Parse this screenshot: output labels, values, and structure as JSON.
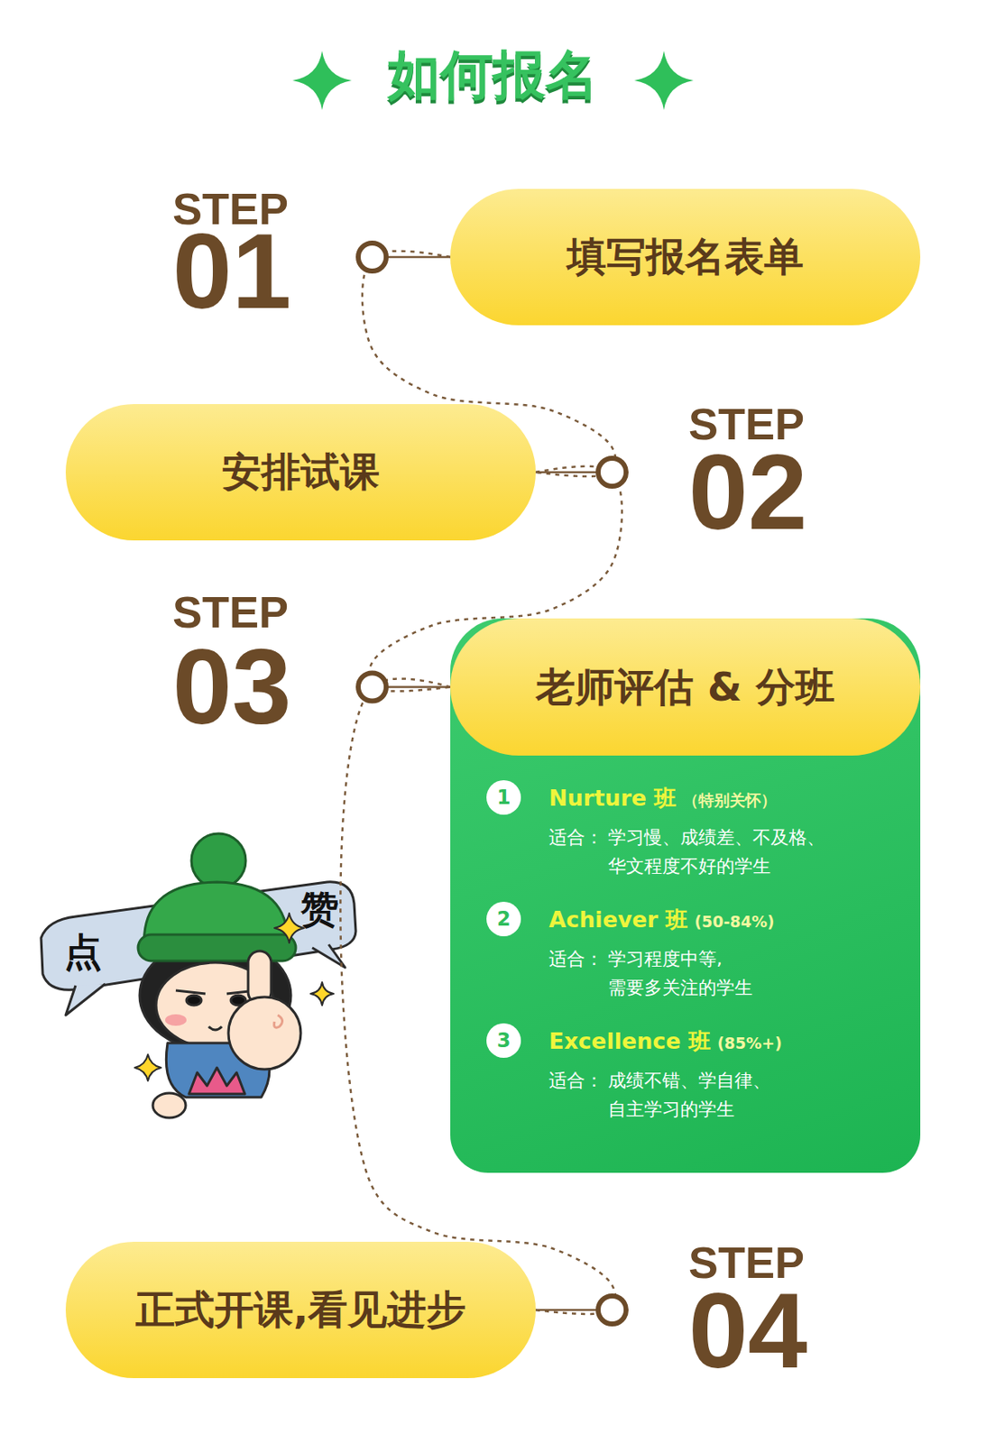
{
  "diagram": {
    "title": "如何报名",
    "nodes": [
      {
        "text": [
          "填写报名表单"
        ]
      },
      {
        "text": [
          "安排试课"
        ]
      },
      {
        "text": [
          "老师评估 & 分班",
          "Nurture 班",
          "（特别关怀）",
          "适合：",
          "学习慢、成绩差、不及格、 华文程度不好的学生",
          "Achiever 班",
          "(50-84%)",
          "适合：",
          "学习程度中等, 需要多关注的学生",
          "Excellence 班",
          "(85%+)",
          "适合：",
          "成绩不错、学自律、 自主学习的学生"
        ]
      },
      {
        "text": [
          "1"
        ],
        "in": 2
      },
      {
        "text": [
          "2"
        ],
        "in": 2
      },
      {
        "text": [
          "3"
        ],
        "in": 2
      },
      {
        "text": [
          "正式开课,看见进步"
        ]
      }
    ],
    "edges": [
      {
        "from": 0,
        "to": 1,
        "arrow": "none"
      },
      {
        "from": 1,
        "to": 2,
        "arrow": "none"
      },
      {
        "from": 2,
        "to": 6,
        "arrow": "none"
      }
    ],
    "labels": [
      "STEP",
      "01",
      "STEP",
      "02",
      "STEP",
      "03",
      "STEP",
      "04",
      "点",
      "赞"
    ]
  }
}
